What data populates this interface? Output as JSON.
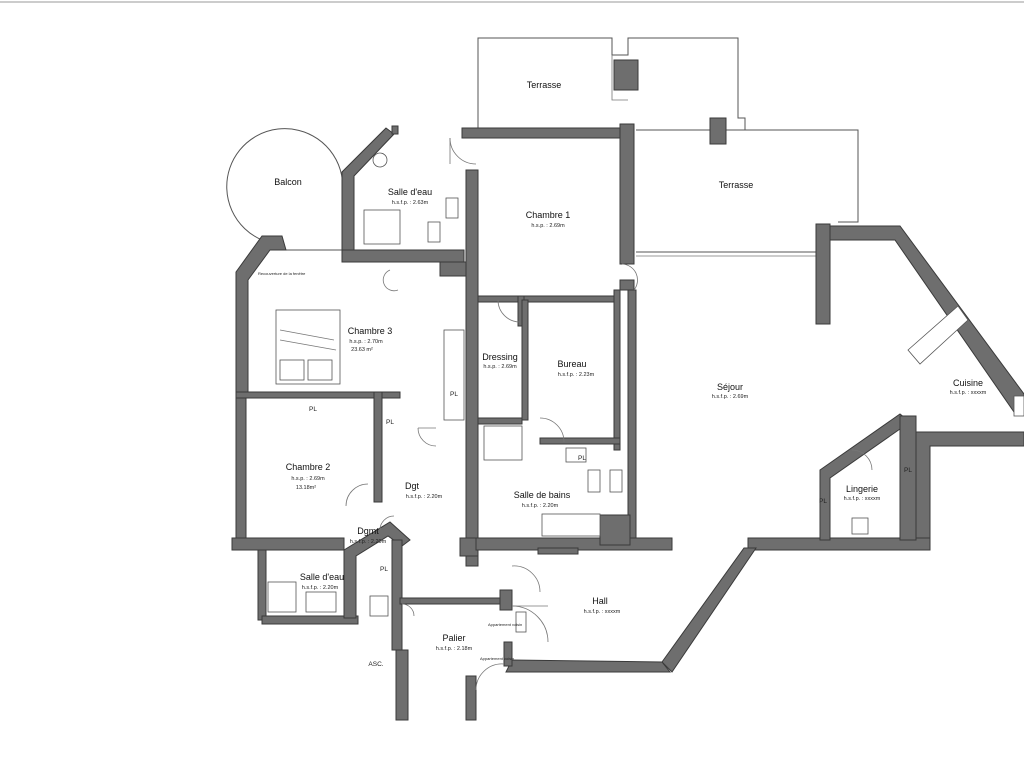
{
  "rooms": {
    "terrasse1": {
      "name": "Terrasse"
    },
    "terrasse2": {
      "name": "Terrasse"
    },
    "balcon": {
      "name": "Balcon"
    },
    "salle_eau_1": {
      "name": "Salle d'eau",
      "hsfp": "h.s.f.p. : 2.63m"
    },
    "chambre1": {
      "name": "Chambre 1",
      "hsp": "h.s.p. : 2.69m"
    },
    "chambre3": {
      "name": "Chambre 3",
      "hsp": "h.s.p. : 2.70m",
      "area": "23.63 m²"
    },
    "dressing": {
      "name": "Dressing",
      "hsp": "h.s.p. : 2.69m"
    },
    "bureau": {
      "name": "Bureau",
      "hsfp": "h.s.f.p. : 2.23m"
    },
    "sejour": {
      "name": "Séjour",
      "hsfp": "h.s.f.p. : 2.69m"
    },
    "cuisine": {
      "name": "Cuisine",
      "hsfp": "h.s.f.p. : xxxxm"
    },
    "chambre2": {
      "name": "Chambre 2",
      "hsp": "h.s.p. : 2.69m",
      "area": "13.18m²"
    },
    "dgt": {
      "name": "Dgt",
      "hsfp": "h.s.f.p. : 2.20m"
    },
    "salle_bains": {
      "name": "Salle de bains",
      "hsfp": "h.s.f.p. : 2.20m"
    },
    "lingerie": {
      "name": "Lingerie",
      "hsfp": "h.s.f.p. : xxxxm"
    },
    "dgmt": {
      "name": "Dgmt",
      "hsfp": "h.s.f.p. : 2.20m"
    },
    "salle_eau_2": {
      "name": "Salle d'eau",
      "hsfp": "h.s.f.p. : 2.20m"
    },
    "hall": {
      "name": "Hall",
      "hsfp": "h.s.f.p. : xxxxm"
    },
    "palier": {
      "name": "Palier",
      "hsfp": "h.s.f.p. : 2.18m"
    }
  },
  "labels": {
    "asc": "ASC.",
    "pl": "PL",
    "recouverture": "Recouverture de la fenêtre",
    "appartement_voisin": "Appartement voisin",
    "appartement_n2": "Appartement voisin"
  }
}
